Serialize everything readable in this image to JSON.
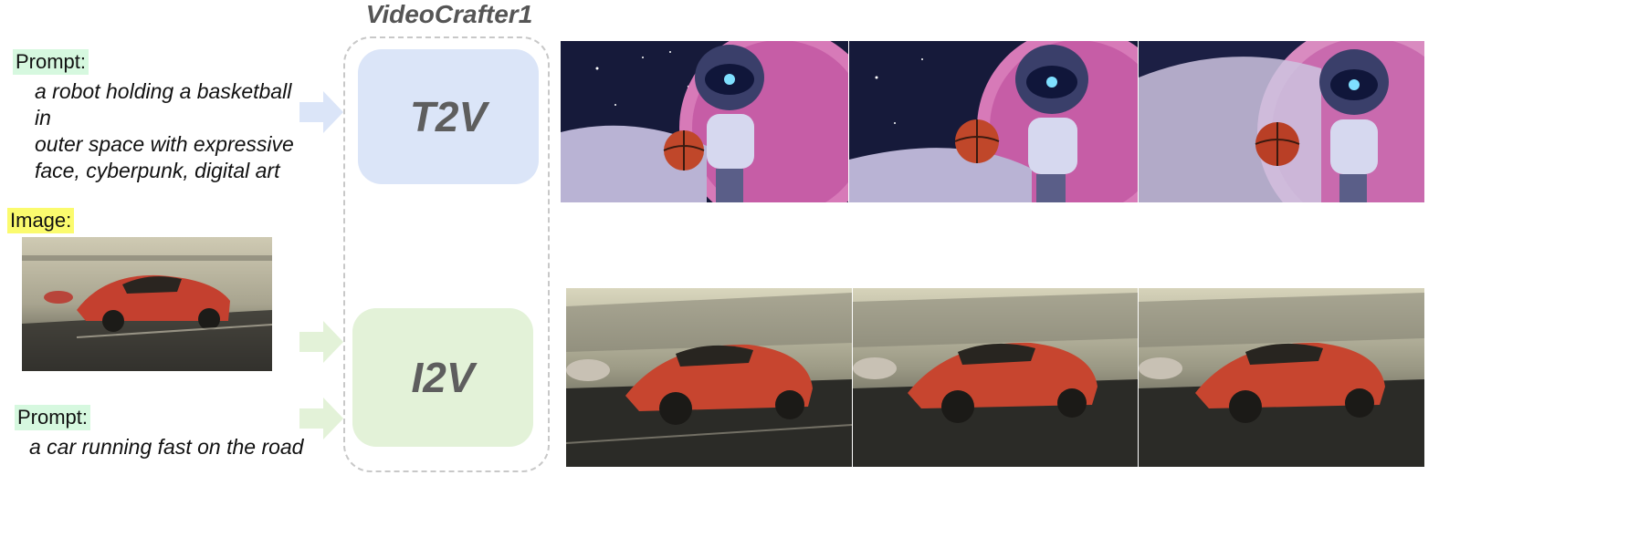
{
  "title": "VideoCrafter1",
  "t2v": {
    "prompt_label": "Prompt:",
    "prompt_text": "a robot holding a basketball in\nouter space with expressive\nface, cyberpunk, digital art",
    "module_label": "T2V"
  },
  "i2v": {
    "image_label": "Image:",
    "prompt_label": "Prompt:",
    "prompt_text": "a car running fast on the road",
    "module_label": "I2V"
  },
  "colors": {
    "prompt_highlight": "#d6f8df",
    "image_highlight": "#fbfb6e",
    "t2v_module": "#dbe5f8",
    "i2v_module": "#e3f2d8",
    "t2v_arrow": "#dbe5f8",
    "i2v_arrow": "#e3f2d8"
  }
}
